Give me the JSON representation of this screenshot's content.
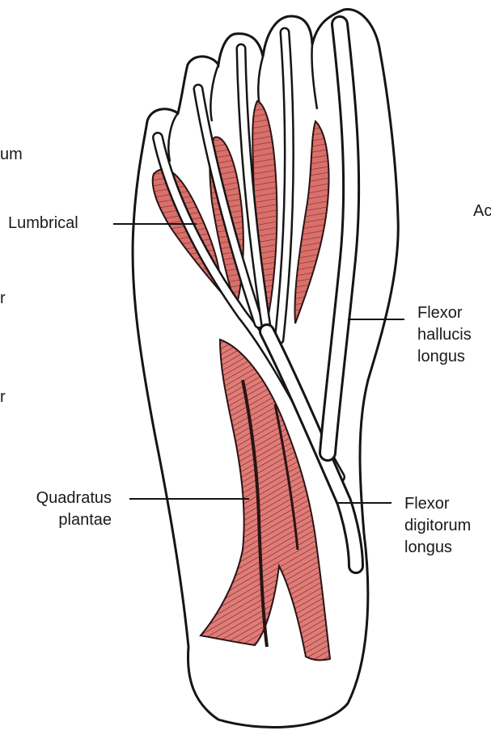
{
  "colors": {
    "muscle": "#d9706c",
    "muscle_dark": "#2a1414",
    "outline": "#151515",
    "tendon": "#ffffff",
    "background": "#ffffff"
  },
  "labels": {
    "lumbrical": "Lumbrical",
    "flexor_hallucis": [
      "Flexor",
      "hallucis",
      "longus"
    ],
    "quadratus": [
      "Quadratus",
      "plantae"
    ],
    "flexor_digitorum": [
      "Flexor",
      "digitorum",
      "longus"
    ],
    "cut_left_1": "um",
    "cut_left_2": "r",
    "cut_left_3": "r",
    "cut_right": "Ac"
  }
}
